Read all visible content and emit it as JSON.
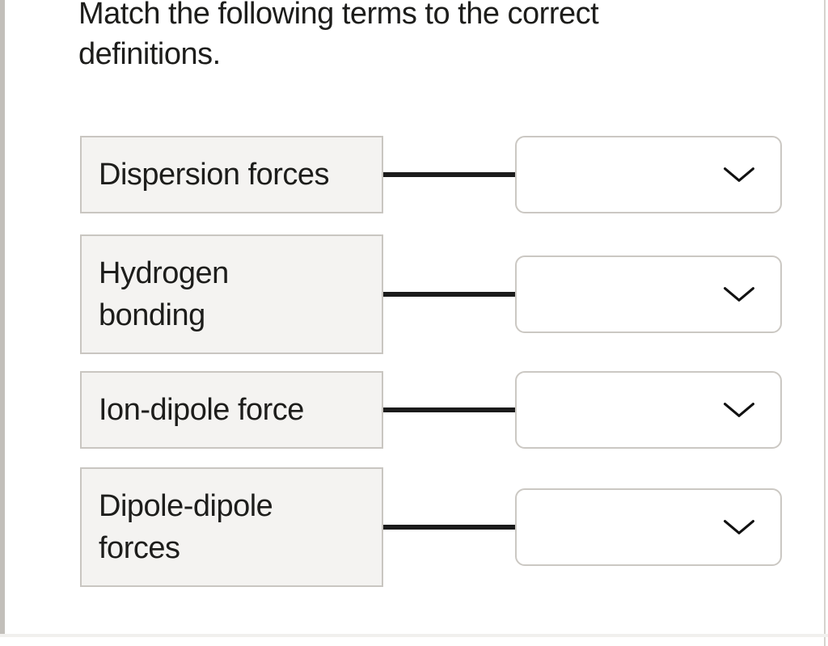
{
  "theme": {
    "page-bg": "#ffffff",
    "text-color": "#1d1d1b",
    "term-box-bg": "#f4f3f1",
    "term-box-border": "#c9c6c1",
    "connector-color": "#1b1b1b",
    "dropdown-bg": "#ffffff",
    "dropdown-border": "#cbc8c3",
    "chevron-color": "#111111",
    "left-strip-color": "#c2bfba",
    "right-border-color": "#d6d3ce",
    "bottom-divider-color": "#f1f0ee"
  },
  "question": {
    "prompt": "Match the following terms to the correct definitions."
  },
  "icons": {
    "dropdown_icon": "chevron-down"
  },
  "rows": [
    {
      "term": "Dispersion forces",
      "lines": [
        "Dispersion forces"
      ],
      "dropdown": {
        "value": ""
      }
    },
    {
      "term": "Hydrogen bonding",
      "lines": [
        "Hydrogen",
        "bonding"
      ],
      "dropdown": {
        "value": ""
      }
    },
    {
      "term": "Ion-dipole force",
      "lines": [
        "Ion-dipole force"
      ],
      "dropdown": {
        "value": ""
      }
    },
    {
      "term": "Dipole-dipole forces",
      "lines": [
        "Dipole-dipole",
        "forces"
      ],
      "dropdown": {
        "value": ""
      }
    }
  ]
}
